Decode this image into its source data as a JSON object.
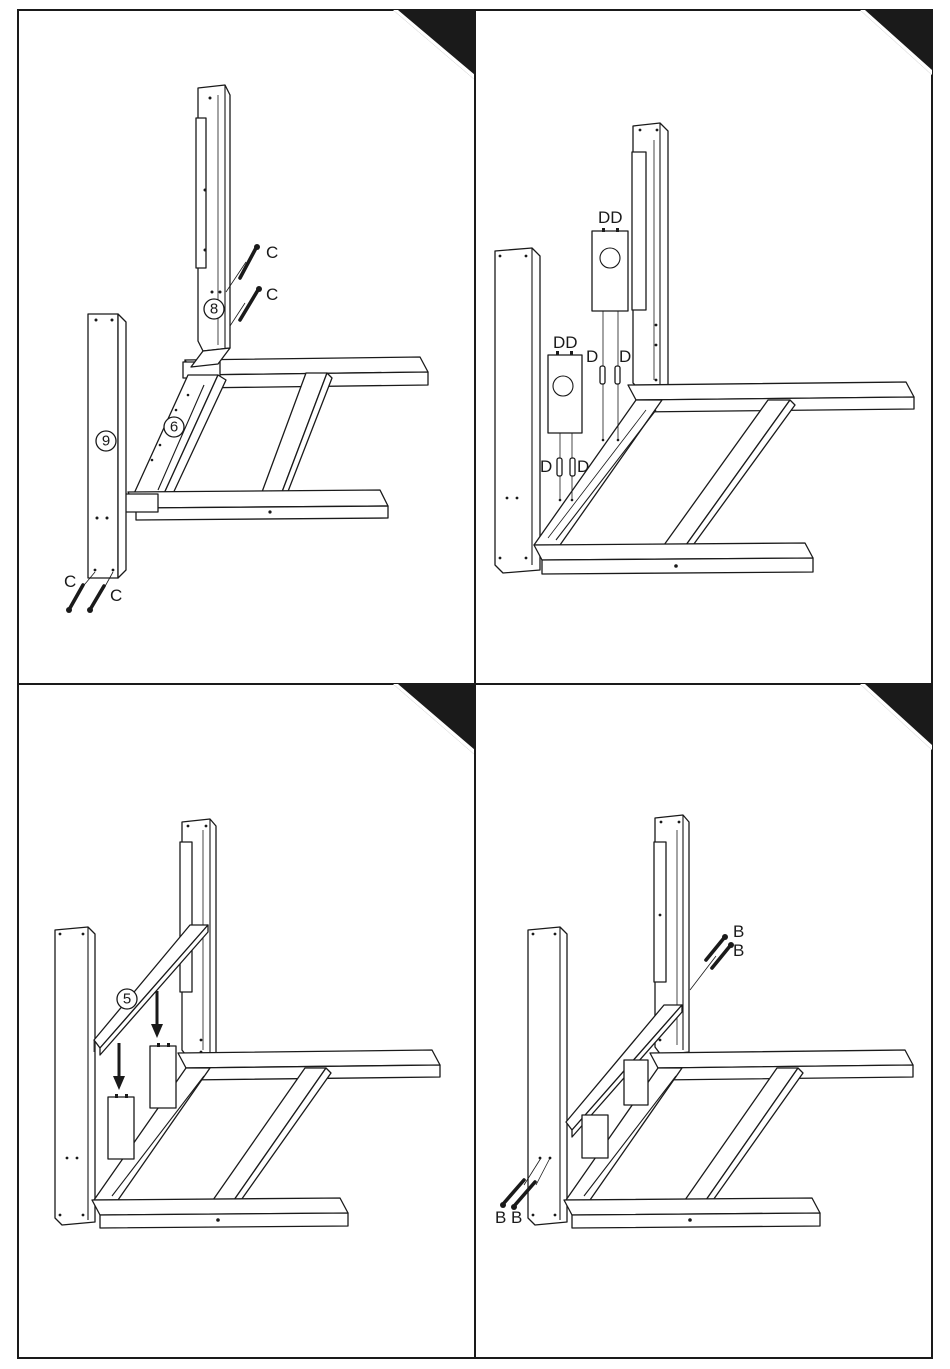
{
  "step1": {
    "part_numbers": [
      "8",
      "6",
      "9"
    ],
    "screw_labels": [
      "C",
      "C",
      "C",
      "C"
    ]
  },
  "step2": {
    "dowel_labels": [
      "DD",
      "DD",
      "D",
      "D",
      "D",
      "D"
    ]
  },
  "step3": {
    "part_numbers": [
      "5"
    ]
  },
  "step4": {
    "screw_labels": [
      "B",
      "B",
      "B",
      "B"
    ]
  },
  "colors": {
    "ink": "#1a1a1a",
    "paper": "#ffffff"
  },
  "icons": {
    "screw": "screw-icon",
    "dowel": "dowel-icon",
    "cam-lock": "cam-lock-icon",
    "arrow": "arrow-down-icon"
  }
}
